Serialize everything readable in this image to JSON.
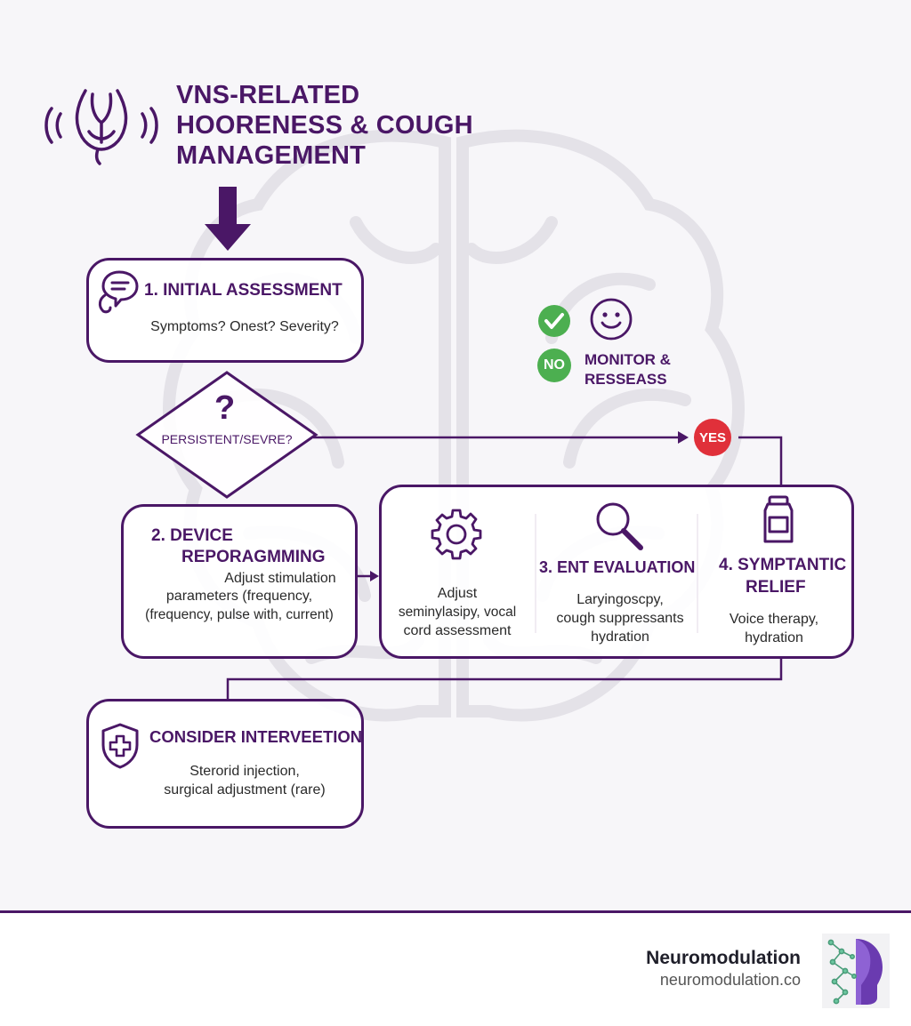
{
  "title": {
    "line1": "VNS-RELATED",
    "line2": "HOORENESS & COUGH",
    "line3": "MANAGEMENT"
  },
  "step1": {
    "heading": "1. INITIAL ASSESSMENT",
    "text": "Symptoms? Onest? Severity?"
  },
  "decision": {
    "symbol": "?",
    "label": "PERSISTENT/SEVRE?"
  },
  "no_branch": {
    "badge": "NO",
    "line1": "MONITOR &",
    "line2": "RESSEASS"
  },
  "yes_badge": "YES",
  "step2": {
    "line1": "2. DEVICE",
    "line2": "REPORAGMMING",
    "text1": "Adjust stimulation",
    "text2": "parameters (frequency,",
    "text3": "(frequency, pulse with, current)"
  },
  "adjust_col": {
    "line1": "Adjust",
    "line2": "seminylasipy, vocal",
    "line3": "cord assessment"
  },
  "step3": {
    "heading": "3. ENT EVALUATION",
    "line1": "Laryingoscpy,",
    "line2": "cough suppressants",
    "line3": "hydration"
  },
  "step4": {
    "line1": "4. SYMPTANTIC",
    "line2": "RELIEF",
    "text1": "Voice therapy,",
    "text2": "hydration"
  },
  "intervention": {
    "heading": "CONSIDER INTERVEETION",
    "line1": "Sterorid injection,",
    "line2": "surgical adjustment (rare)"
  },
  "footer": {
    "brand": "Neuromodulation",
    "url": "neuromodulation.co"
  },
  "colors": {
    "primary": "#4a1766",
    "yes": "#e0303a",
    "no": "#4caf50",
    "background": "#f7f6f9"
  }
}
